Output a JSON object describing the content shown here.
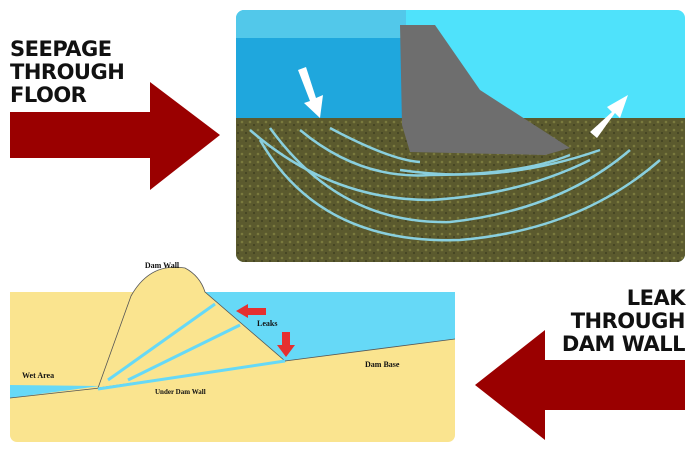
{
  "seepage_title": {
    "lines": [
      "SEEPAGE",
      "THROUGH",
      "FLOOR"
    ]
  },
  "leak_title": {
    "lines": [
      "LEAK",
      "THROUGH",
      "DAM WALL"
    ]
  },
  "dam_diagram": {
    "labels": {
      "dam_wall": "Dam Wall",
      "leaks": "Leaks",
      "wet_area": "Wet Area",
      "dam_base": "Dam Base",
      "under_dam_wall": "Under Dam Wall"
    }
  },
  "colors": {
    "arrow_dark_red": "#9a0000",
    "water": "#66d9f7",
    "sand": "#fae48f",
    "leak_arrow_red": "#e53030",
    "dam_concrete": "#6e6e6e",
    "soil": "#5b5a2e"
  }
}
